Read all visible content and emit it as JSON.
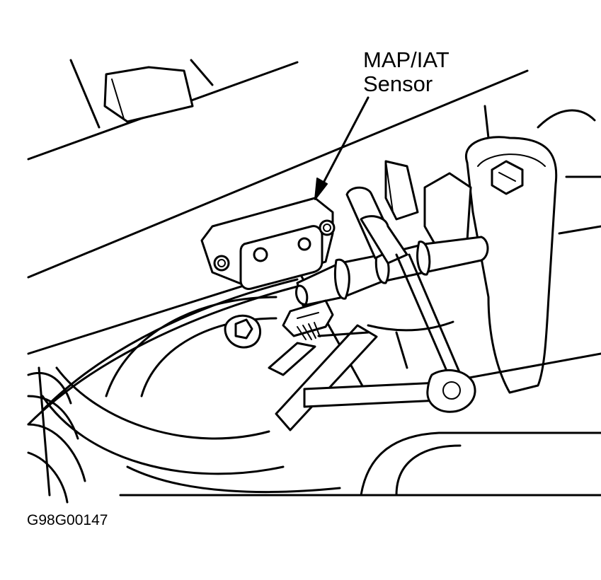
{
  "callout": {
    "line1": "MAP/IAT",
    "line2": "Sensor"
  },
  "figure_id": "G98G00147",
  "colors": {
    "ink": "#000000",
    "paper": "#ffffff"
  }
}
